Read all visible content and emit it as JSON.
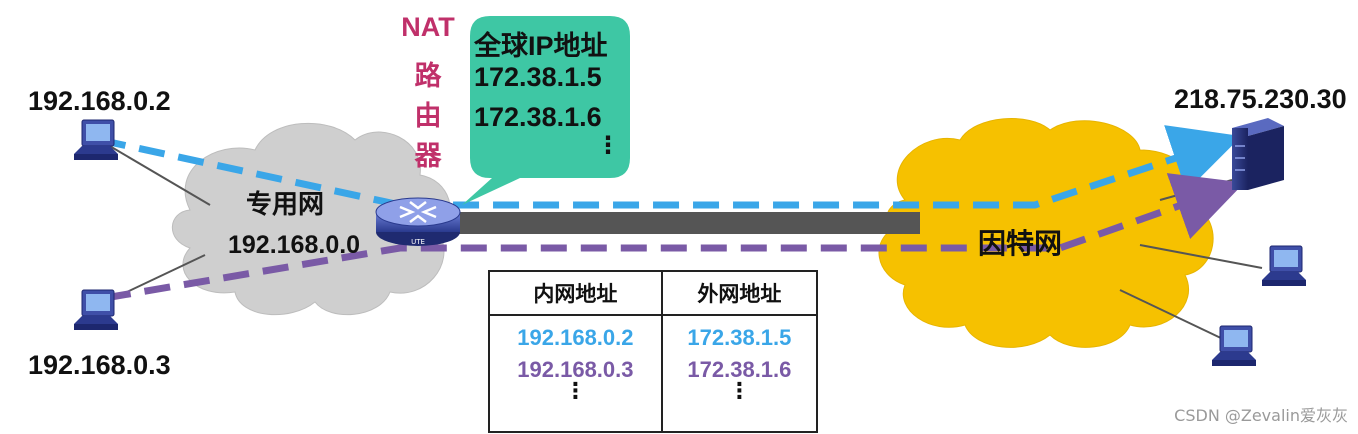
{
  "hosts": {
    "host_a_ip": "192.168.0.2",
    "host_b_ip": "192.168.0.3",
    "server_ip": "218.75.230.30"
  },
  "private_net": {
    "label": "专用网",
    "address": "192.168.0.0"
  },
  "internet": {
    "label": "因特网"
  },
  "nat_router": {
    "label_chars": [
      "NAT",
      "路",
      "由",
      "器"
    ],
    "router_badge": "UTE"
  },
  "global_ip_bubble": {
    "title": "全球IP地址",
    "ips": [
      "172.38.1.5",
      "172.38.1.6"
    ],
    "ellipsis": "⋮"
  },
  "nat_table": {
    "headers": [
      "内网地址",
      "外网地址"
    ],
    "rows": [
      {
        "inner": "192.168.0.2",
        "outer": "172.38.1.5",
        "color": "blue"
      },
      {
        "inner": "192.168.0.3",
        "outer": "172.38.1.6",
        "color": "purple"
      }
    ],
    "ellipsis": "⋮"
  },
  "colors": {
    "blue_path": "#3aa6e8",
    "purple_path": "#7a5aa6",
    "nat_label": "#c0306a",
    "bubble": "#3ec7a4",
    "internet_cloud": "#f6c100",
    "private_cloud": "#c9c9c9"
  },
  "watermark": "CSDN @Zevalin爱灰灰"
}
